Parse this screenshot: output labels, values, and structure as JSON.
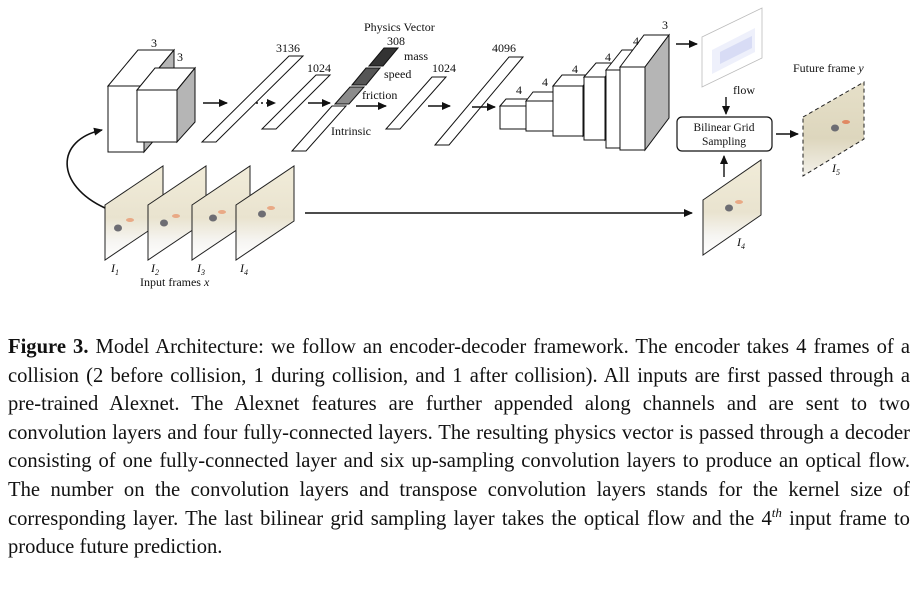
{
  "inputs": {
    "frames": [
      "I",
      "I",
      "I",
      "I"
    ],
    "subs": [
      "1",
      "2",
      "3",
      "4"
    ],
    "label_prefix": "Input frames ",
    "label_var": "x"
  },
  "conv_kernels": [
    "3",
    "3"
  ],
  "fc_sizes": [
    "3136",
    "1024"
  ],
  "physics": {
    "title": "Physics Vector",
    "size": "308",
    "labels": [
      "mass",
      "speed",
      "friction"
    ],
    "intrinsic": "Intrinsic"
  },
  "decoder_fc": [
    "1024",
    "4096"
  ],
  "upconv_kernels": [
    "4",
    "4",
    "4",
    "4",
    "4",
    "3"
  ],
  "flow_label": "flow",
  "sampler": {
    "line1": "Bilinear Grid",
    "line2": "Sampling"
  },
  "future": {
    "label_prefix": "Future frame ",
    "label_var": "y",
    "frame": "I",
    "sub": "5"
  },
  "fourth_frame": {
    "frame": "I",
    "sub": "4"
  },
  "caption": {
    "fig": "Figure 3.",
    "text_before_sup": " Model Architecture: we follow an encoder-decoder framework. The encoder takes 4 frames of a collision (2 before collision, 1 during collision, and 1 after collision). All inputs are first passed through a pre-trained Alexnet. The Alexnet features are further appended along channels and are sent to two convolution layers and four fully-connected layers. The resulting physics vector is passed through a decoder consisting of one fully-connected layer and six up-sampling convolution layers to produce an optical flow. The number on the convolution layers and transpose convolution layers stands for the kernel size of corresponding layer. The last bilinear grid sampling layer takes the optical flow and the 4",
    "sup": "th",
    "text_after_sup": " input frame to produce future prediction."
  }
}
